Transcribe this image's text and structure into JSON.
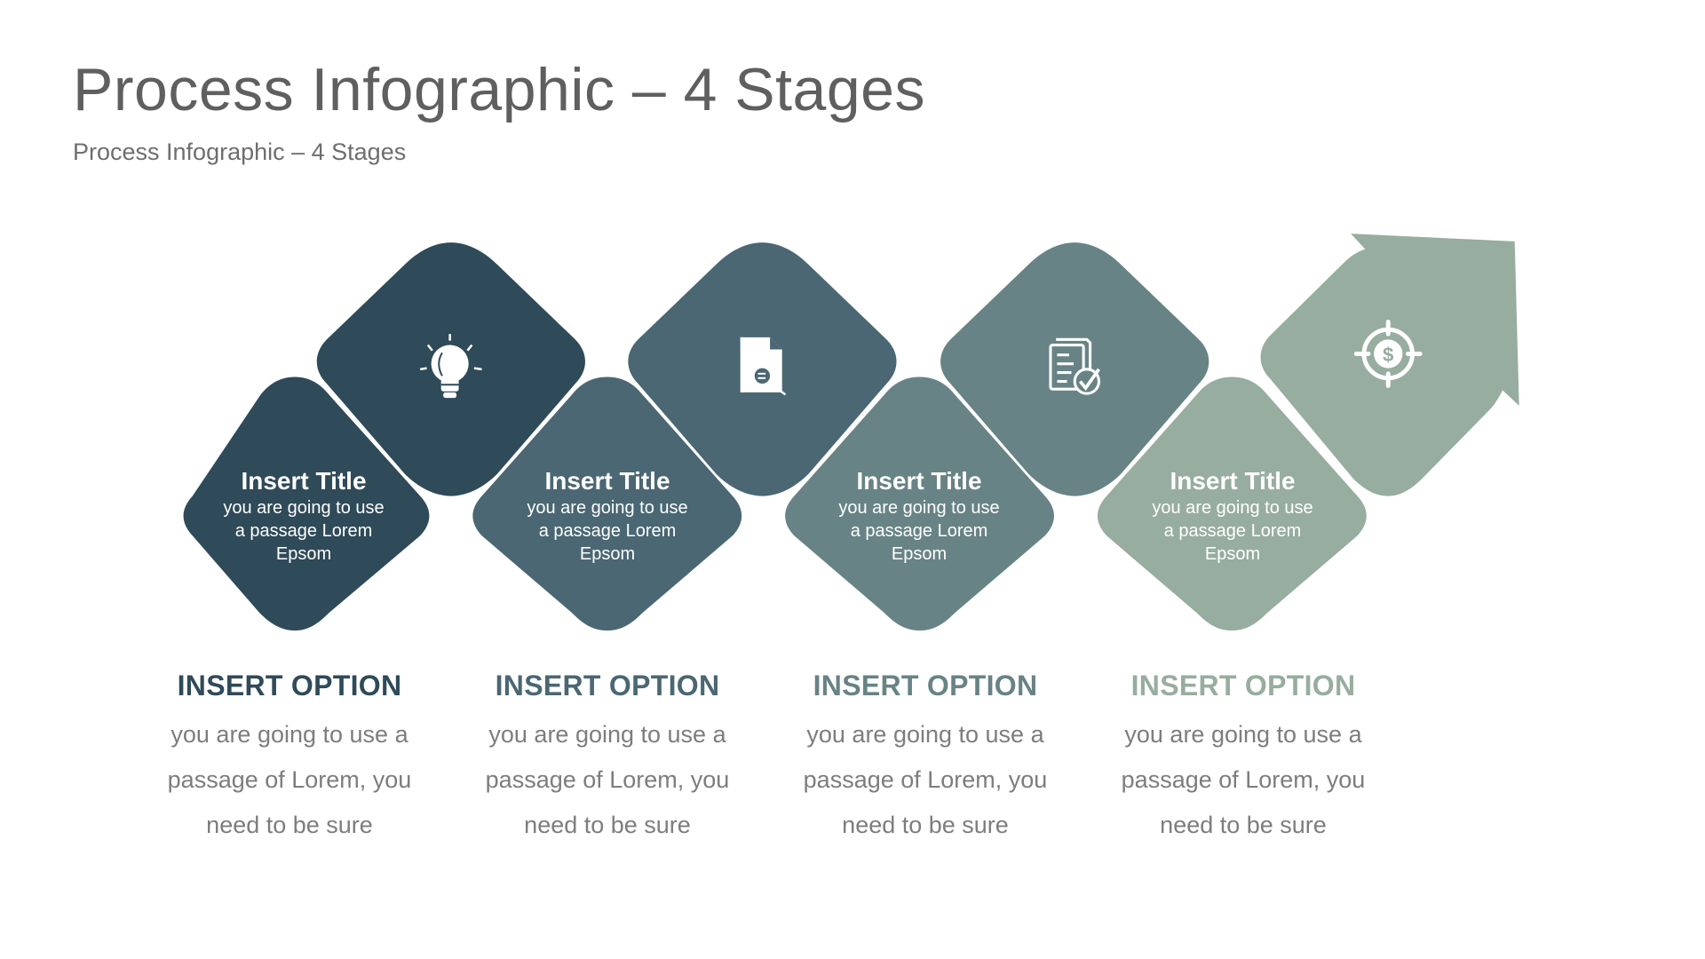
{
  "header": {
    "title": "Process Infographic – 4 Stages",
    "subtitle": "Process Infographic – 4 Stages"
  },
  "colors": {
    "stage1": "#2f4a59",
    "stage2": "#4a6773",
    "stage3": "#688385",
    "stage4": "#97ad9f",
    "title_text": "#5f5f5f",
    "body_text": "#7d7d7d"
  },
  "stages": [
    {
      "icon": "lightbulb-icon",
      "title": "Insert Title",
      "lines": [
        "you are going to use",
        "a passage Lorem",
        "Epsom"
      ],
      "option_title": "INSERT OPTION",
      "option_lines": [
        "you are going to use a",
        "passage of Lorem, you",
        "need to be sure"
      ]
    },
    {
      "icon": "document-search-icon",
      "title": "Insert Title",
      "lines": [
        "you are going to use",
        "a passage Lorem",
        "Epsom"
      ],
      "option_title": "INSERT OPTION",
      "option_lines": [
        "you are going to use a",
        "passage of Lorem, you",
        "need to be sure"
      ]
    },
    {
      "icon": "document-check-icon",
      "title": "Insert Title",
      "lines": [
        "you are going to use",
        "a passage Lorem",
        "Epsom"
      ],
      "option_title": "INSERT OPTION",
      "option_lines": [
        "you are going to use a",
        "passage of Lorem, you",
        "need to be sure"
      ]
    },
    {
      "icon": "target-dollar-icon",
      "title": "Insert Title",
      "lines": [
        "you are going to use",
        "a passage Lorem",
        "Epsom"
      ],
      "option_title": "INSERT OPTION",
      "option_lines": [
        "you are going to use a",
        "passage of Lorem, you",
        "need to be sure"
      ]
    }
  ]
}
